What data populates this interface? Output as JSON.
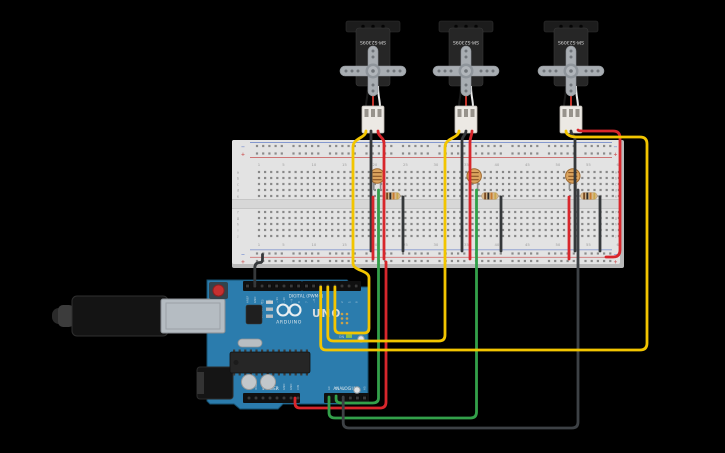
{
  "canvas": {
    "background": "#000000"
  },
  "servos": [
    {
      "label": "SM-S2309S"
    },
    {
      "label": "SM-S2309S"
    },
    {
      "label": "SM-S2309S"
    }
  ],
  "breadboard": {
    "rail_minus": "−",
    "rail_plus": "+",
    "column_numbers": [
      "1",
      "5",
      "10",
      "15",
      "20",
      "25",
      "30",
      "35",
      "40",
      "45",
      "50",
      "55",
      "60"
    ],
    "row_letters_top": [
      "a",
      "b",
      "c",
      "d",
      "e"
    ],
    "row_letters_bottom": [
      "f",
      "g",
      "h",
      "i",
      "j"
    ]
  },
  "arduino": {
    "brand": "ARDUINO",
    "model": "UNO",
    "digital_label": "DIGITAL (PWM~)",
    "analog_label": "ANALOG IN",
    "power_label": "POWER",
    "on_label": "ON",
    "led_labels": [
      "L",
      "TX",
      "RX"
    ],
    "digital_pins_left": [
      "AREF",
      "GND",
      "13",
      "12",
      "~11",
      "~10",
      "~9",
      "8"
    ],
    "digital_pins_right": [
      "7",
      "~6",
      "~5",
      "4",
      "~3",
      "2",
      "1",
      "0"
    ],
    "power_pins": [
      "IOREF",
      "RESET",
      "3.3V",
      "5V",
      "GND",
      "GND",
      "VIN"
    ],
    "analog_pins": [
      "A0",
      "A1",
      "A2",
      "A3",
      "A4",
      "A5"
    ]
  },
  "wires": {
    "colors": {
      "signal": "#f2c500",
      "power": "#d8262c",
      "ground": "#35383a",
      "sense": "#33a04a",
      "sense_dark": "#3d4145"
    }
  }
}
